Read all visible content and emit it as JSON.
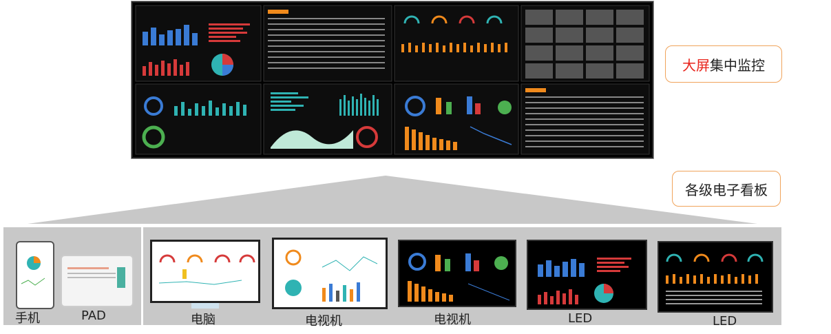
{
  "callouts": {
    "top_highlight": "大屏",
    "top_rest": "集中监控",
    "bottom": "各级电子看板"
  },
  "devices": [
    {
      "label": "手机"
    },
    {
      "label": "PAD"
    },
    {
      "label": "电脑"
    },
    {
      "label": "电视机"
    },
    {
      "label": "电视机"
    },
    {
      "label": "LED"
    },
    {
      "label": "LED"
    }
  ],
  "colors": {
    "accent_red": "#e8231b",
    "callout_border": "#f0a35a",
    "stand_gray": "#c8c8c8",
    "bar_blue": "#3a7bd5",
    "bar_red": "#d63a3a",
    "bar_teal": "#2fb3b3",
    "bar_orange": "#f08a1c",
    "bar_green": "#4caf50"
  }
}
